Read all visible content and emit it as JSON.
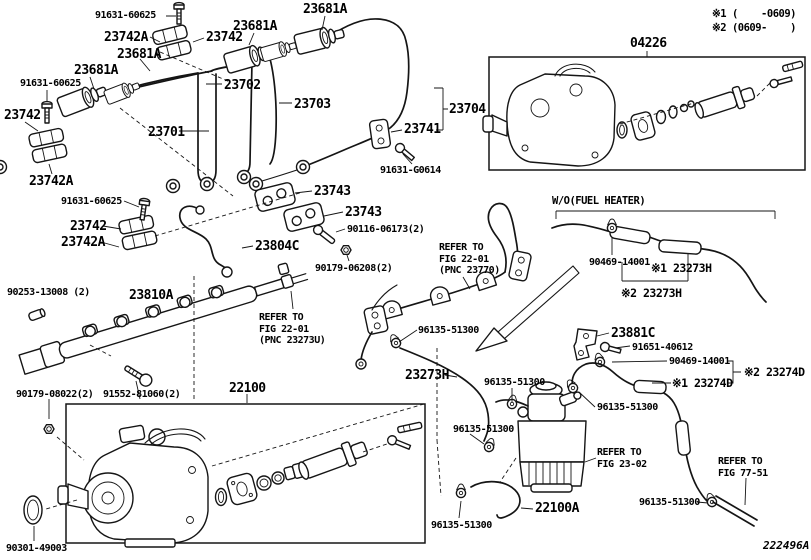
{
  "labels": [
    {
      "text": "91631-60625"
    },
    {
      "text": "23742A"
    },
    {
      "text": "23742"
    },
    {
      "text": "23681A"
    },
    {
      "text": "23681A"
    },
    {
      "text": "23681A"
    },
    {
      "text": "23681A"
    },
    {
      "text": "91631-60625"
    },
    {
      "text": "23742"
    },
    {
      "text": "23742A"
    },
    {
      "text": "23702"
    },
    {
      "text": "23703"
    },
    {
      "text": "23701"
    },
    {
      "text": "23704"
    },
    {
      "text": "23741"
    },
    {
      "text": "91631-G0614"
    },
    {
      "text": "04226"
    },
    {
      "text": "※1 (    -0609)"
    },
    {
      "text": "※2 (0609-    )"
    },
    {
      "text": "91631-60625"
    },
    {
      "text": "23742"
    },
    {
      "text": "23742A"
    },
    {
      "text": "23743"
    },
    {
      "text": "23743"
    },
    {
      "text": "90116-06173(2)"
    },
    {
      "text": "23804C"
    },
    {
      "text": "90179-06208(2)"
    },
    {
      "text": "REFER TO\nFIG 22-01\n(PNC 23770)"
    },
    {
      "text": "W/O(FUEL HEATER)"
    },
    {
      "text": "90469-14001"
    },
    {
      "text": "※1 23273H"
    },
    {
      "text": "※2 23273H"
    },
    {
      "text": "90253-13008 (2)"
    },
    {
      "text": "23810A"
    },
    {
      "text": "REFER TO\nFIG 22-01\n(PNC 23273U)"
    },
    {
      "text": "96135-51300"
    },
    {
      "text": "23881C"
    },
    {
      "text": "91651-40612"
    },
    {
      "text": "90469-14001"
    },
    {
      "text": "※2 23274D"
    },
    {
      "text": "※1 23274D"
    },
    {
      "text": "23273H"
    },
    {
      "text": "96135-51300"
    },
    {
      "text": "96135-51300"
    },
    {
      "text": "90179-08022(2)"
    },
    {
      "text": "91552-81060(2)"
    },
    {
      "text": "22100"
    },
    {
      "text": "96135-51300"
    },
    {
      "text": "REFER TO\nFIG 23-02"
    },
    {
      "text": "22100A"
    },
    {
      "text": "REFER TO\nFIG 77-51"
    },
    {
      "text": "96135-51300"
    },
    {
      "text": "96135-51300"
    },
    {
      "text": "90301-49003"
    },
    {
      "text": "222496A"
    }
  ]
}
